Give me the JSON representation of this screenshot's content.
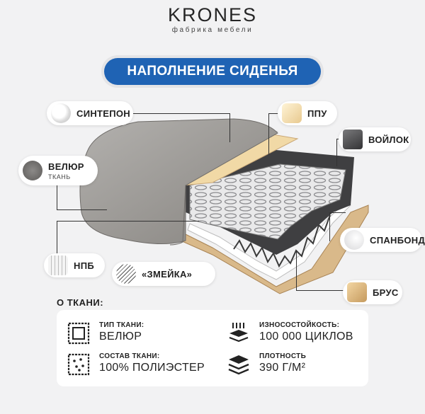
{
  "brand": {
    "name": "KRONES",
    "tagline": "фабрика мебели"
  },
  "title": "НАПОЛНЕНИЕ СИДЕНЬЯ",
  "labels": {
    "sintepon": "СИНТЕПОН",
    "ppu": "ППУ",
    "voylok": "ВОЙЛОК",
    "velur": "ВЕЛЮР",
    "velur_sub": "ТКАНЬ",
    "spanbond": "СПАНБОНД",
    "npb": "НПБ",
    "zmeyka": "«ЗМЕЙКА»",
    "brus": "БРУС"
  },
  "about": {
    "title": "О ТКАНИ:",
    "specs": [
      {
        "label": "ТИП ТКАНИ:",
        "value": "ВЕЛЮР",
        "icon": "fabric-swatch-icon"
      },
      {
        "label": "ИЗНОСОСТОЙКОСТЬ:",
        "value": "100 000 ЦИКЛОВ",
        "icon": "layers-wear-icon"
      },
      {
        "label": "СОСТАВ ТКАНИ:",
        "value": "100% ПОЛИЭСТЕР",
        "icon": "fabric-composition-icon"
      },
      {
        "label": "ПЛОТНОСТЬ",
        "value": "390 Г/М²",
        "icon": "layers-density-icon"
      }
    ]
  },
  "colors": {
    "accent": "#1f63b4",
    "background": "#f2f2f3",
    "fabric": "#9a9896",
    "foam": "#f1d9a6",
    "felt": "#3f3f41",
    "wood": "#d9b98a"
  }
}
